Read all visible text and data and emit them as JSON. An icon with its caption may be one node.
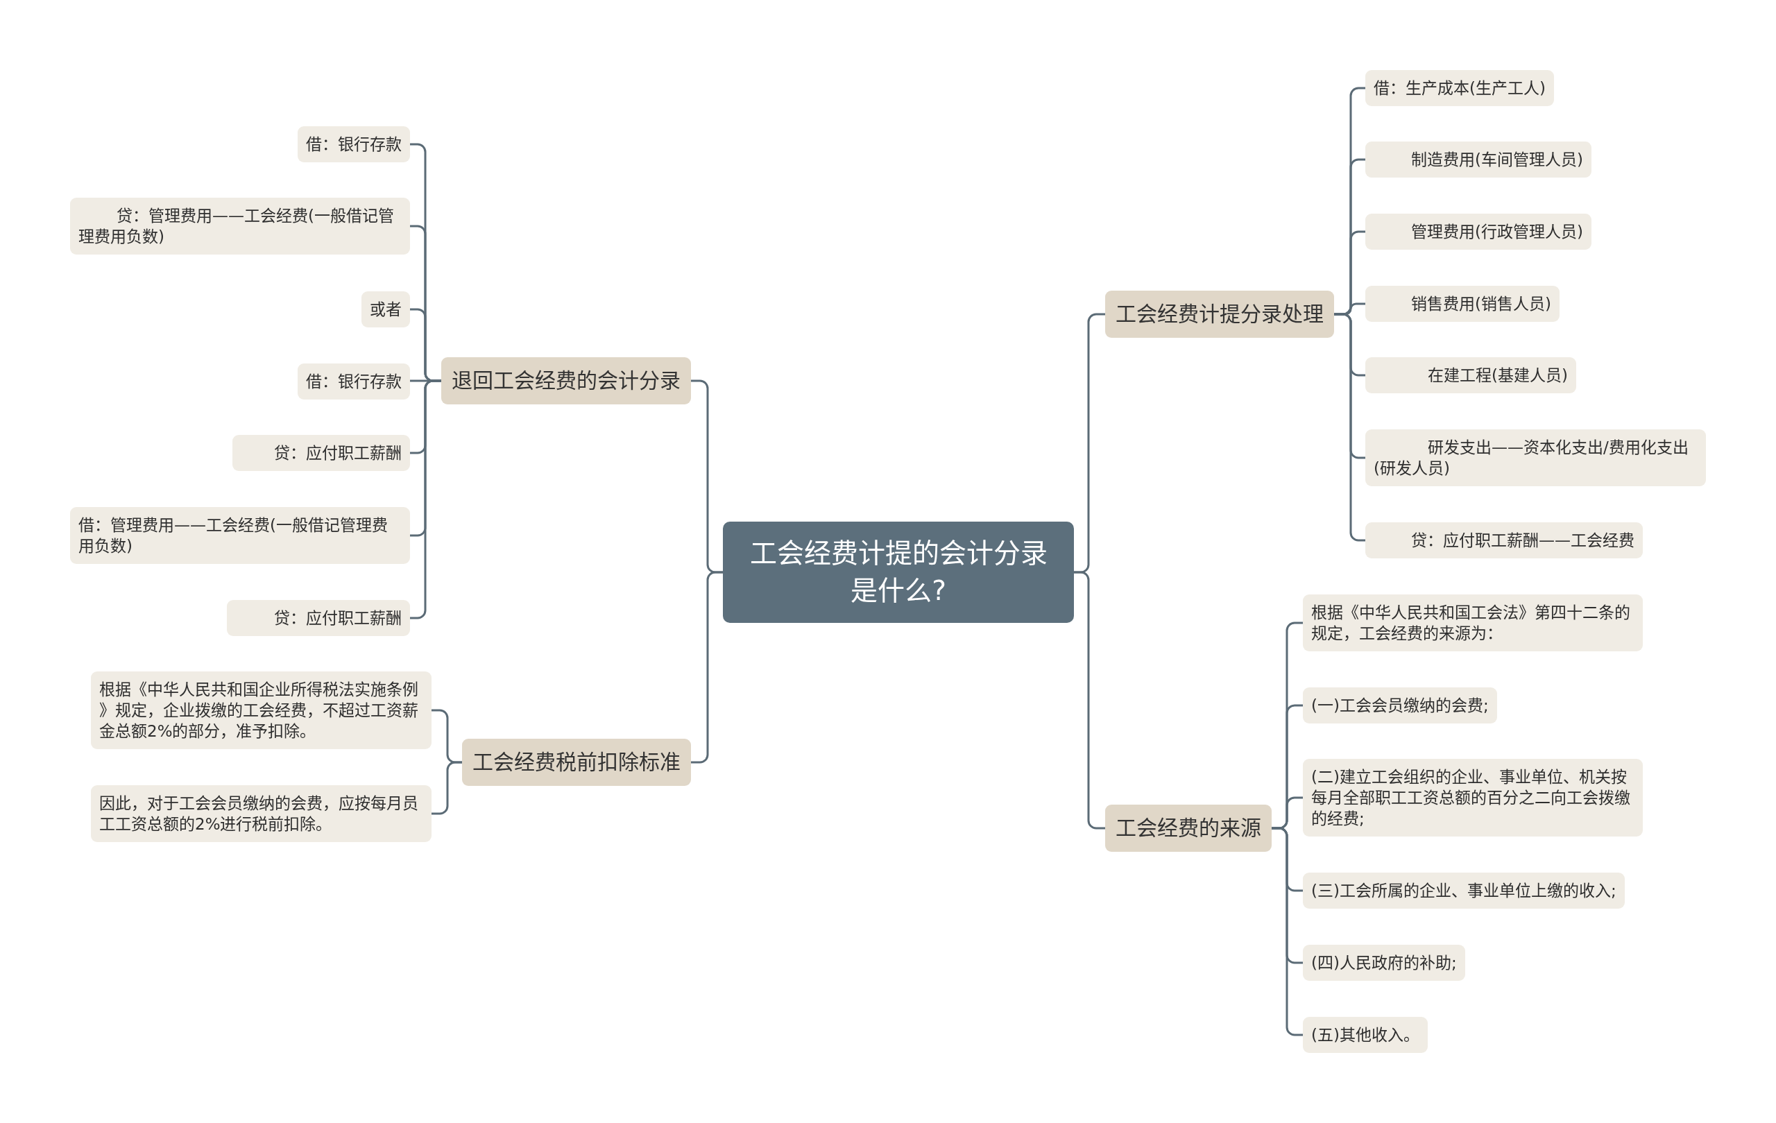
{
  "diagram": {
    "nodes": [
      {
        "text": [
          "工会经费计提的会计分录是什么?"
        ]
      },
      {
        "text": [
          "退回工会经费的会计分录"
        ]
      },
      {
        "text": [
          "借：银行存款"
        ]
      },
      {
        "text": [
          "贷：管理费用——工会经费(一般借记管理费用负数)"
        ]
      },
      {
        "text": [
          "或者"
        ]
      },
      {
        "text": [
          "借：银行存款"
        ]
      },
      {
        "text": [
          "贷：应付职工薪酬"
        ]
      },
      {
        "text": [
          "借：管理费用——工会经费(一般借记管理费用负数)"
        ]
      },
      {
        "text": [
          "贷：应付职工薪酬"
        ]
      },
      {
        "text": [
          "工会经费税前扣除标准"
        ]
      },
      {
        "text": [
          "根据《中华人民共和国企业所得税法实施条例》规定，企业拨缴的工会经费，不超过工资薪金总额2%的部分，准予扣除。"
        ]
      },
      {
        "text": [
          "因此，对于工会会员缴纳的会费，应按每月员工工资总额的2%进行税前扣除。"
        ]
      },
      {
        "text": [
          "工会经费计提分录处理"
        ]
      },
      {
        "text": [
          "借：生产成本(生产工人)"
        ]
      },
      {
        "text": [
          "制造费用(车间管理人员)"
        ]
      },
      {
        "text": [
          "管理费用(行政管理人员)"
        ]
      },
      {
        "text": [
          "销售费用(销售人员)"
        ]
      },
      {
        "text": [
          "在建工程(基建人员)"
        ]
      },
      {
        "text": [
          "研发支出——资本化支出/费用化支出(研发人员)"
        ]
      },
      {
        "text": [
          "贷：应付职工薪酬——工会经费"
        ]
      },
      {
        "text": [
          "工会经费的来源"
        ]
      },
      {
        "text": [
          "根据《中华人民共和国工会法》第四十二条的规定，工会经费的来源为："
        ]
      },
      {
        "text": [
          "(一)工会会员缴纳的会费;"
        ]
      },
      {
        "text": [
          "(二)建立工会组织的企业、事业单位、机关按每月全部职工工资总额的百分之二向工会拨缴的经费;"
        ]
      },
      {
        "text": [
          "(三)工会所属的企业、事业单位上缴的收入;"
        ]
      },
      {
        "text": [
          "(四)人民政府的补助;"
        ]
      },
      {
        "text": [
          "(五)其他收入。"
        ]
      }
    ],
    "edges": [
      {
        "from": 0,
        "to": 1,
        "arrow": "none"
      },
      {
        "from": 0,
        "to": 9,
        "arrow": "none"
      },
      {
        "from": 0,
        "to": 12,
        "arrow": "none"
      },
      {
        "from": 0,
        "to": 20,
        "arrow": "none"
      },
      {
        "from": 1,
        "to": 2,
        "arrow": "none"
      },
      {
        "from": 1,
        "to": 3,
        "arrow": "none"
      },
      {
        "from": 1,
        "to": 4,
        "arrow": "none"
      },
      {
        "from": 1,
        "to": 5,
        "arrow": "none"
      },
      {
        "from": 1,
        "to": 6,
        "arrow": "none"
      },
      {
        "from": 1,
        "to": 7,
        "arrow": "none"
      },
      {
        "from": 1,
        "to": 8,
        "arrow": "none"
      },
      {
        "from": 9,
        "to": 10,
        "arrow": "none"
      },
      {
        "from": 9,
        "to": 11,
        "arrow": "none"
      },
      {
        "from": 12,
        "to": 13,
        "arrow": "none"
      },
      {
        "from": 12,
        "to": 14,
        "arrow": "none"
      },
      {
        "from": 12,
        "to": 15,
        "arrow": "none"
      },
      {
        "from": 12,
        "to": 16,
        "arrow": "none"
      },
      {
        "from": 12,
        "to": 17,
        "arrow": "none"
      },
      {
        "from": 12,
        "to": 18,
        "arrow": "none"
      },
      {
        "from": 12,
        "to": 19,
        "arrow": "none"
      },
      {
        "from": 20,
        "to": 21,
        "arrow": "none"
      },
      {
        "from": 20,
        "to": 22,
        "arrow": "none"
      },
      {
        "from": 20,
        "to": 23,
        "arrow": "none"
      },
      {
        "from": 20,
        "to": 24,
        "arrow": "none"
      },
      {
        "from": 20,
        "to": 25,
        "arrow": "none"
      },
      {
        "from": 20,
        "to": 26,
        "arrow": "none"
      }
    ]
  }
}
